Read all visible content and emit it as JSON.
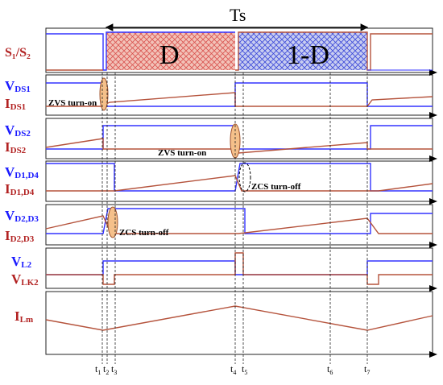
{
  "period_label": "Ts",
  "duty_label": "D",
  "complement_label": "1-D",
  "labels": {
    "s1s2": "S₁/S₂",
    "vds1": "V",
    "vds1_sub": "DS1",
    "ids1": "I",
    "ids1_sub": "DS1",
    "vds2": "V",
    "vds2_sub": "DS2",
    "ids2": "I",
    "ids2_sub": "DS2",
    "vd14": "V",
    "vd14_sub": "D1,D4",
    "id14": "I",
    "id14_sub": "D1,D4",
    "vd23": "V",
    "vd23_sub": "D2,D3",
    "id23": "I",
    "id23_sub": "D2,D3",
    "vl2": "V",
    "vl2_sub": "L2",
    "vlk2": "V",
    "vlk2_sub": "LK2",
    "ilm": "I",
    "ilm_sub": "Lm"
  },
  "annotations": {
    "zvs_on_1": "ZVS turn-on",
    "zvs_on_2": "ZVS turn-on",
    "zcs_off_1": "ZCS turn-off",
    "zcs_off_2": "ZCS turn-off"
  },
  "time_marks": [
    "t1",
    "t2",
    "t3",
    "t4",
    "t5",
    "t6",
    "t7"
  ],
  "time_mark_text": {
    "t1": "t",
    "t1s": "1",
    "t2": "t",
    "t2s": "2",
    "t3": "t",
    "t3s": "3",
    "t4": "t",
    "t4s": "4",
    "t5": "t",
    "t5s": "5",
    "t6": "t",
    "t6s": "6",
    "t7": "t",
    "t7s": "7"
  },
  "colors": {
    "label_red": "#b22222",
    "label_blue": "#1a1aff",
    "voltage": "#3333ff",
    "current": "#b5533c",
    "duty_fill": "#f2c2b8",
    "duty_hatch": "#d9534f",
    "complement_fill": "#c8cdf0",
    "complement_hatch": "#3b48d9",
    "ellipse_fill": "#f5c08a",
    "ellipse_stroke": "#a0522d"
  }
}
